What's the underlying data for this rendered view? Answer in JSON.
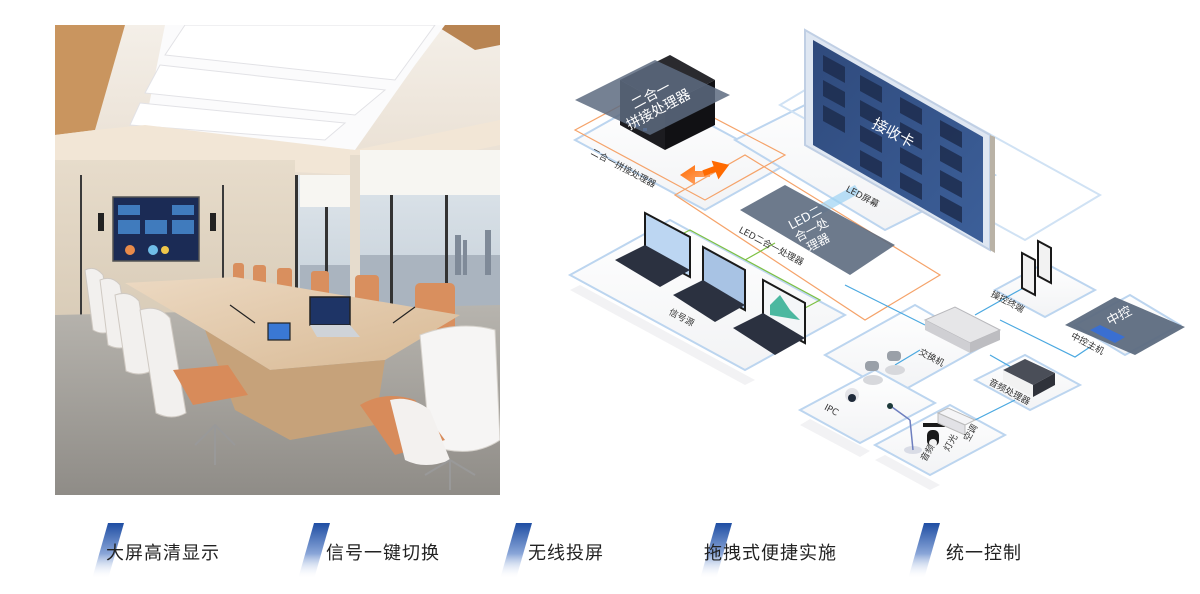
{
  "photo": {
    "description": "conference-room-render",
    "wall_screen": "dashboard-display"
  },
  "diagram": {
    "splicing_processor": {
      "title_line1": "二合一",
      "title_line2": "拼接处理器",
      "caption": "二合一拼接处理器"
    },
    "led_screen": {
      "title": "接收卡",
      "caption": "LED屏幕"
    },
    "led_processor": {
      "title_line1": "LED二",
      "title_line2": "合一处",
      "title_line3": "理器",
      "caption": "LED二合一处理器"
    },
    "signal_source": {
      "caption": "信号源"
    },
    "control_terminal": {
      "caption": "操控终端"
    },
    "central_control": {
      "title": "中控",
      "caption": "中控主机"
    },
    "switch": {
      "caption": "交换机"
    },
    "audio_processor": {
      "caption": "音频处理器"
    },
    "ipc": {
      "caption": "IPC"
    },
    "audio": {
      "caption": "音频"
    },
    "lighting": {
      "caption": "灯光"
    },
    "air_conditioner": {
      "caption": "空调"
    },
    "colors": {
      "panel_dark": "#5d6b80",
      "orange_accent": "#f26b1d",
      "line_blue": "#4aa8e0",
      "line_green": "#7dc142",
      "platform_edge": "#b8d4f0"
    }
  },
  "features": [
    {
      "label": "大屏高清显示"
    },
    {
      "label": "信号一键切换"
    },
    {
      "label": "无线投屏"
    },
    {
      "label": "拖拽式便捷实施"
    },
    {
      "label": "统一控制"
    }
  ]
}
